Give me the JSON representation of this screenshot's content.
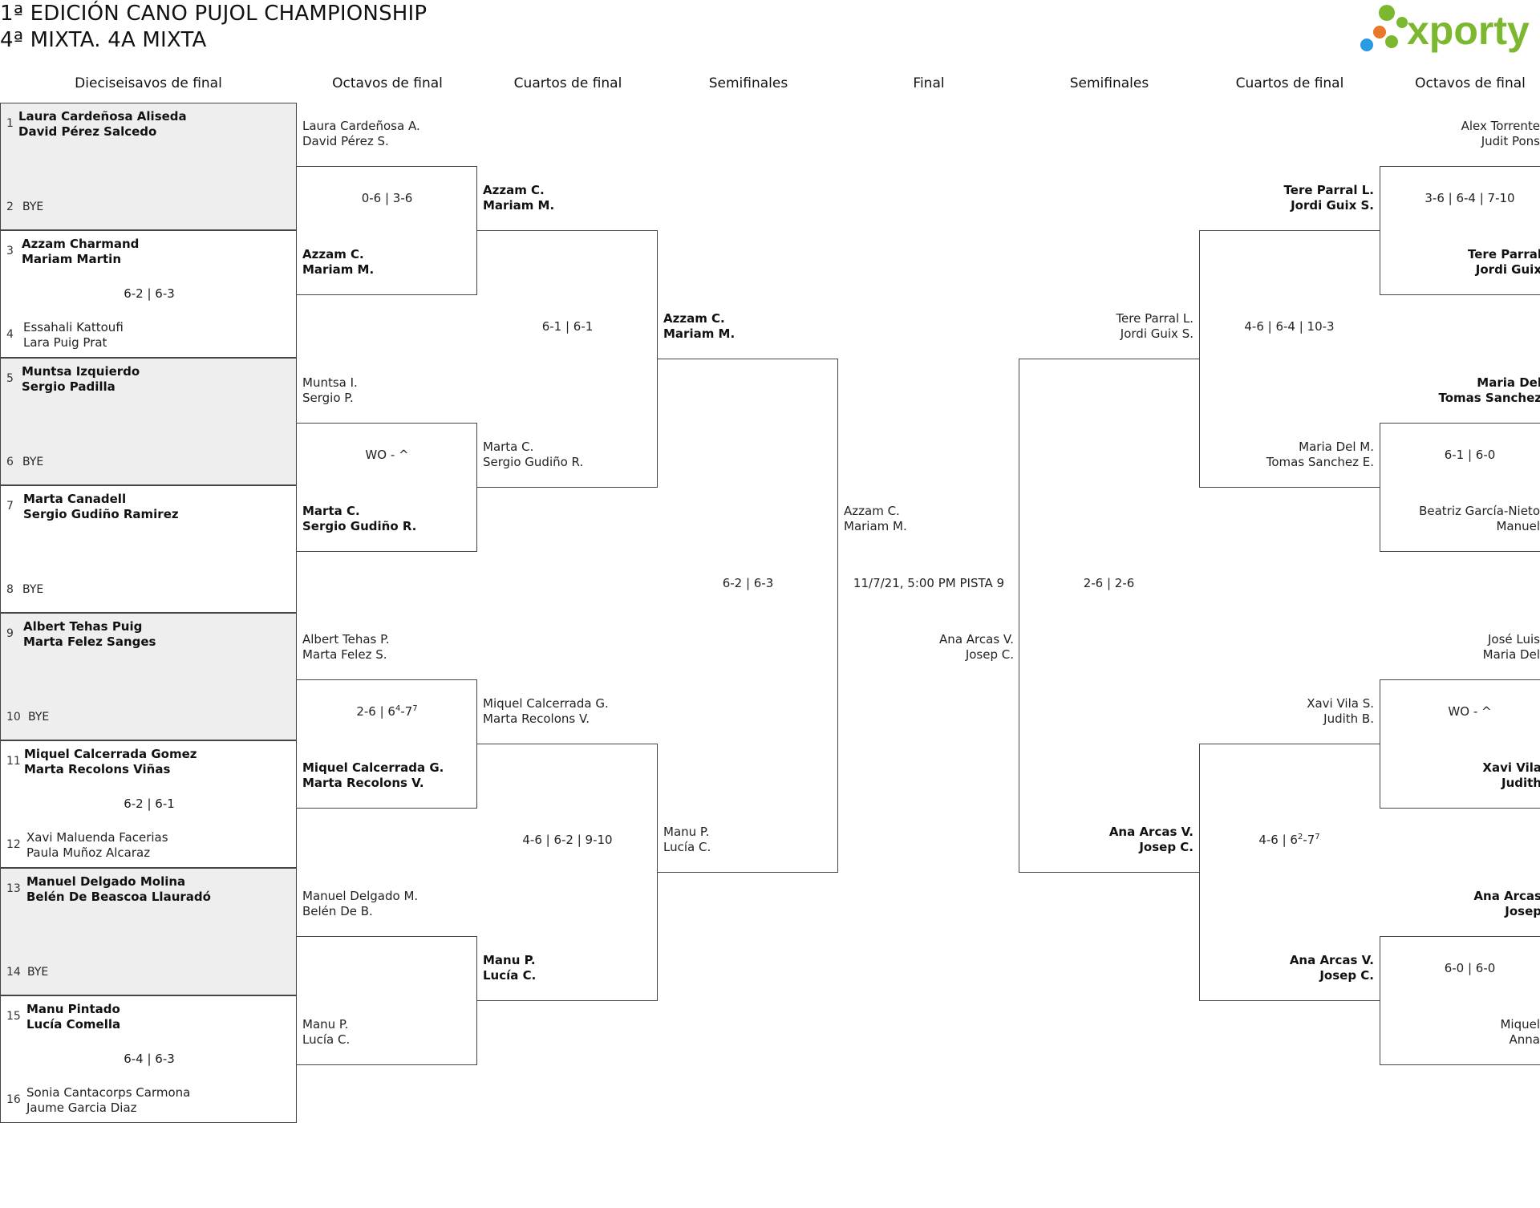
{
  "title": {
    "line1": "1ª EDICIÓN CANO PUJOL CHAMPIONSHIP",
    "line2": "4ª MIXTA. 4A MIXTA"
  },
  "brand": {
    "name": "xporty",
    "color": "#7cb82f",
    "dot_colors": [
      "#7cb82f",
      "#e8792a",
      "#2a9be0"
    ]
  },
  "headers": {
    "r32": "Dieciseisavos de final",
    "r16_left": "Octavos de final",
    "qf_left": "Cuartos de final",
    "sf_left": "Semifinales",
    "final": "Final",
    "sf_right": "Semifinales",
    "qf_right": "Cuartos de final",
    "r16_right": "Octavos de final"
  },
  "bye_label": "BYE",
  "seeds": [
    {
      "num_a": "1",
      "a1": "Laura Cardeñosa Aliseda",
      "a2": "David Pérez Salcedo",
      "num_b": "2",
      "b1": "",
      "b2": "",
      "score": ""
    },
    {
      "num_a": "3",
      "a1": "Azzam Charmand",
      "a2": "Mariam Martin",
      "num_b": "4",
      "b1": "Essahali Kattoufi",
      "b2": "Lara Puig Prat",
      "score": "6-2 | 6-3"
    },
    {
      "num_a": "5",
      "a1": "Muntsa Izquierdo",
      "a2": "Sergio Padilla",
      "num_b": "6",
      "b1": "",
      "b2": "",
      "score": ""
    },
    {
      "num_a": "7",
      "a1": "Marta Canadell",
      "a2": "Sergio Gudiño Ramirez",
      "num_b": "8",
      "b1": "",
      "b2": "",
      "score": ""
    },
    {
      "num_a": "9",
      "a1": "Albert Tehas Puig",
      "a2": "Marta Felez Sanges",
      "num_b": "10",
      "b1": "",
      "b2": "",
      "score": ""
    },
    {
      "num_a": "11",
      "a1": "Miquel Calcerrada Gomez",
      "a2": "Marta Recolons Viñas",
      "num_b": "12",
      "b1": "Xavi Maluenda Facerias",
      "b2": "Paula Muñoz Alcaraz",
      "score": "6-2 | 6-1"
    },
    {
      "num_a": "13",
      "a1": "Manuel Delgado Molina",
      "a2": "Belén De Beascoa Llauradó",
      "num_b": "14",
      "b1": "",
      "b2": "",
      "score": ""
    },
    {
      "num_a": "15",
      "a1": "Manu Pintado",
      "a2": "Lucía Comella",
      "num_b": "16",
      "b1": "Sonia Cantacorps Carmona",
      "b2": "Jaume Garcia Diaz",
      "score": "6-4 | 6-3"
    }
  ],
  "left_r16": [
    {
      "a1": "Laura Cardeñosa A.",
      "a2": "David Pérez S.",
      "b1": "Azzam C.",
      "b2": "Mariam M.",
      "score": "0-6 | 3-6"
    },
    {
      "a1": "Muntsa I.",
      "a2": "Sergio P.",
      "b1": "Marta C.",
      "b2": "Sergio Gudiño R.",
      "score": "WO - ^"
    },
    {
      "a1": "Albert Tehas P.",
      "a2": "Marta Felez S.",
      "b1": "Miquel Calcerrada G.",
      "b2": "Marta Recolons V.",
      "score_base": "2-6 | 6",
      "score_sup1": "4",
      "score_mid": "-7",
      "score_sup2": "7"
    },
    {
      "a1": "Manuel Delgado M.",
      "a2": "Belén De B.",
      "b1": "Manu P.",
      "b2": "Lucía C.",
      "score": ""
    }
  ],
  "left_qf": [
    {
      "a1": "Azzam C.",
      "a2": "Mariam M.",
      "b1": "Marta C.",
      "b2": "Sergio Gudiño R.",
      "score": "6-1 | 6-1"
    },
    {
      "a1": "Miquel Calcerrada G.",
      "a2": "Marta Recolons V.",
      "b1": "Manu P.",
      "b2": "Lucía C.",
      "score": "4-6 | 6-2 | 9-10"
    }
  ],
  "left_sf": {
    "a1": "Azzam C.",
    "a2": "Mariam M.",
    "b1": "Manu P.",
    "b2": "Lucía C.",
    "score": "6-2 | 6-3"
  },
  "final": {
    "a1": "Azzam C.",
    "a2": "Mariam M.",
    "b1": "Ana Arcas V.",
    "b2": "Josep C.",
    "info": "11/7/21, 5:00 PM PISTA 9"
  },
  "right_sf": {
    "a1": "Tere Parral L.",
    "a2": "Jordi Guix S.",
    "b1": "Ana Arcas V.",
    "b2": "Josep C.",
    "score": "2-6 | 2-6"
  },
  "right_qf": [
    {
      "a1": "Tere Parral L.",
      "a2": "Jordi Guix S.",
      "b1": "Maria Del M.",
      "b2": "Tomas Sanchez E.",
      "score": "4-6 | 6-4 | 10-3"
    },
    {
      "a1": "Xavi Vila S.",
      "a2": "Judith B.",
      "b1": "Ana Arcas V.",
      "b2": "Josep C.",
      "score_base": "4-6 | 6",
      "score_sup1": "2",
      "score_mid": "-7",
      "score_sup2": "7"
    }
  ],
  "right_r16": [
    {
      "a1": "Alex Torrente",
      "a2": "Judit Pons",
      "b1": "Tere Parral",
      "b2": "Jordi Guix",
      "score": "3-6 | 6-4 | 7-10"
    },
    {
      "a1": "Maria Del",
      "a2": "Tomas Sanchez",
      "b1": "Beatriz García-Nieto",
      "b2": "Manuel",
      "score": "6-1 | 6-0"
    },
    {
      "a1": "José Luis",
      "a2": "Maria Del",
      "b1": "Xavi Vila",
      "b2": "Judith",
      "score": "WO - ^"
    },
    {
      "a1": "Ana Arcas",
      "a2": "Josep",
      "b1": "Miquel",
      "b2": "Anna",
      "score": "6-0 | 6-0"
    }
  ]
}
